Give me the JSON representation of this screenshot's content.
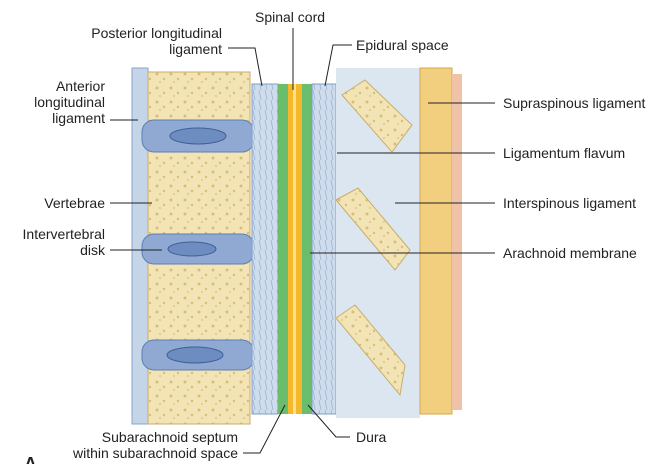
{
  "labels": {
    "spinal_cord": "Spinal cord",
    "posterior_longitudinal_ligament": [
      "Posterior longitudinal",
      "ligament"
    ],
    "epidural_space": "Epidural space",
    "anterior_longitudinal_ligament": [
      "Anterior",
      "longitudinal",
      "ligament"
    ],
    "vertebrae": "Vertebrae",
    "intervertebral_disk": [
      "Intervertebral",
      "disk"
    ],
    "supraspinous_ligament": "Supraspinous ligament",
    "ligamentum_flavum": "Ligamentum flavum",
    "interspinous_ligament": "Interspinous ligament",
    "arachnoid_membrane": "Arachnoid membrane",
    "subarachnoid_septum": [
      "Subarachnoid septum",
      "within subarachnoid space"
    ],
    "dura": "Dura",
    "panel_letter": "A"
  },
  "colors": {
    "bone": "#f3e4b5",
    "disk": "#8fa9d2",
    "ligament": "#a9c1de",
    "dura": "#6bbd6e",
    "spinal_cord": "#f5b82a",
    "supraspinous": "#f2cf7e",
    "skin": "#f0c2a8"
  }
}
